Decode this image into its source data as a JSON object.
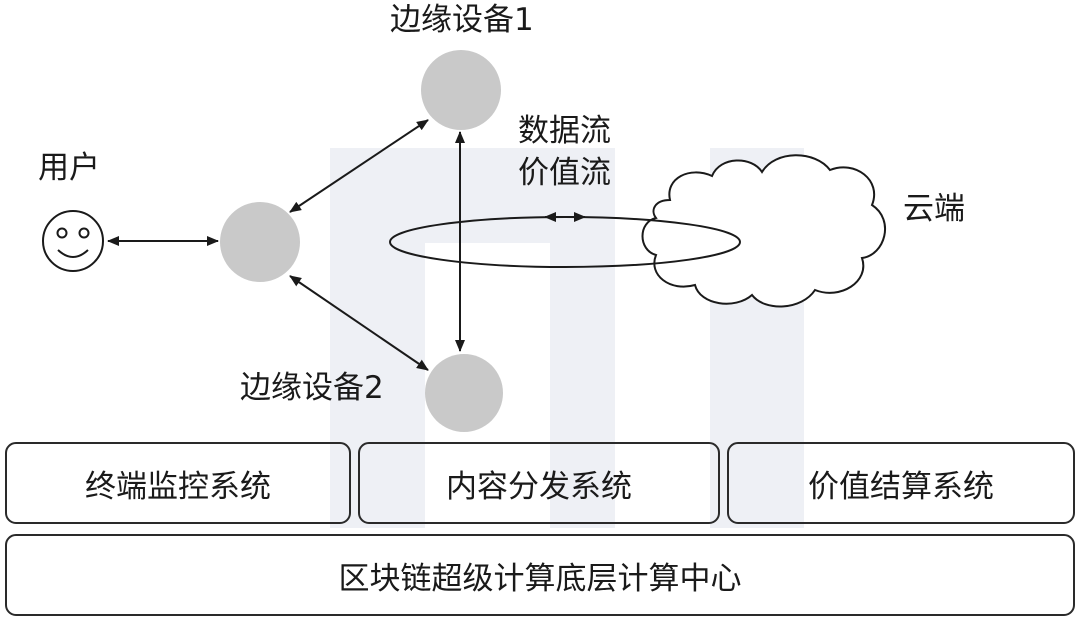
{
  "nodes": {
    "user_label": "用户",
    "edge_device_1_label": "边缘设备1",
    "edge_device_2_label": "边缘设备2",
    "cloud_label": "云端",
    "flow_label_line1": "数据流",
    "flow_label_line2": "价值流"
  },
  "systems": {
    "terminal_monitoring": "终端监控系统",
    "content_distribution": "内容分发系统",
    "value_settlement": "价值结算系统",
    "blockchain_center": "区块链超级计算底层计算中心"
  },
  "colors": {
    "node_fill": "#c9c9c9",
    "line": "#1a1a1a",
    "watermark": "#e8ebf1"
  },
  "icons": {
    "user": "smiley-face-icon",
    "cloud": "cloud-icon"
  }
}
